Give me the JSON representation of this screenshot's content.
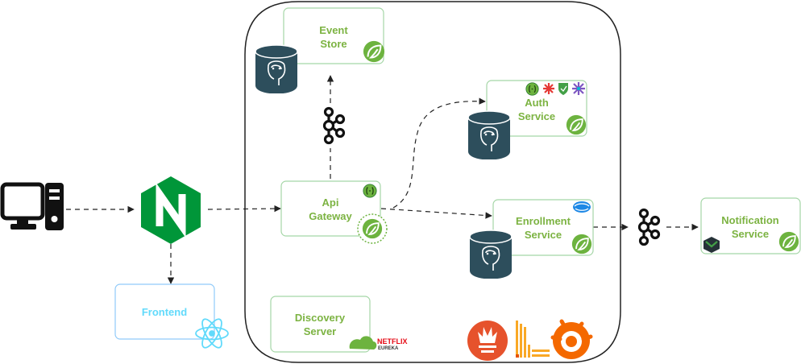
{
  "nodes": {
    "event_store": {
      "label_line1": "Event",
      "label_line2": "Store"
    },
    "auth_service": {
      "label_line1": "Auth",
      "label_line2": "Service"
    },
    "api_gateway": {
      "label_line1": "Api",
      "label_line2": "Gateway"
    },
    "enrollment_service": {
      "label_line1": "Enrollment",
      "label_line2": "Service"
    },
    "notification_service": {
      "label_line1": "Notification",
      "label_line2": "Service"
    },
    "frontend": {
      "label": "Frontend"
    },
    "discovery_server": {
      "label_line1": "Discovery",
      "label_line2": "Server"
    }
  },
  "logos": {
    "netflix_eureka_line1": "NETFLIX",
    "netflix_eureka_line2": "EUREKA",
    "nginx_letter": "N"
  },
  "icons": [
    "desktop-computer-icon",
    "nginx-icon",
    "react-icon",
    "kafka-icon",
    "postgresql-icon",
    "spring-icon",
    "spring-cloud-gateway-icon",
    "prometheus-icon",
    "loki-icon",
    "grafana-icon",
    "mailtrap-icon",
    "keycloak-icon",
    "mapstruct-icon"
  ],
  "colors": {
    "spring_green": "#6db33f",
    "box_border": "#a5d6a7",
    "frontend_border": "#90caf9",
    "postgres_dark": "#2d4e5c",
    "nginx_green": "#009639",
    "react_blue": "#61dafb",
    "prometheus_orange": "#e6522c",
    "grafana_orange": "#f46800"
  }
}
